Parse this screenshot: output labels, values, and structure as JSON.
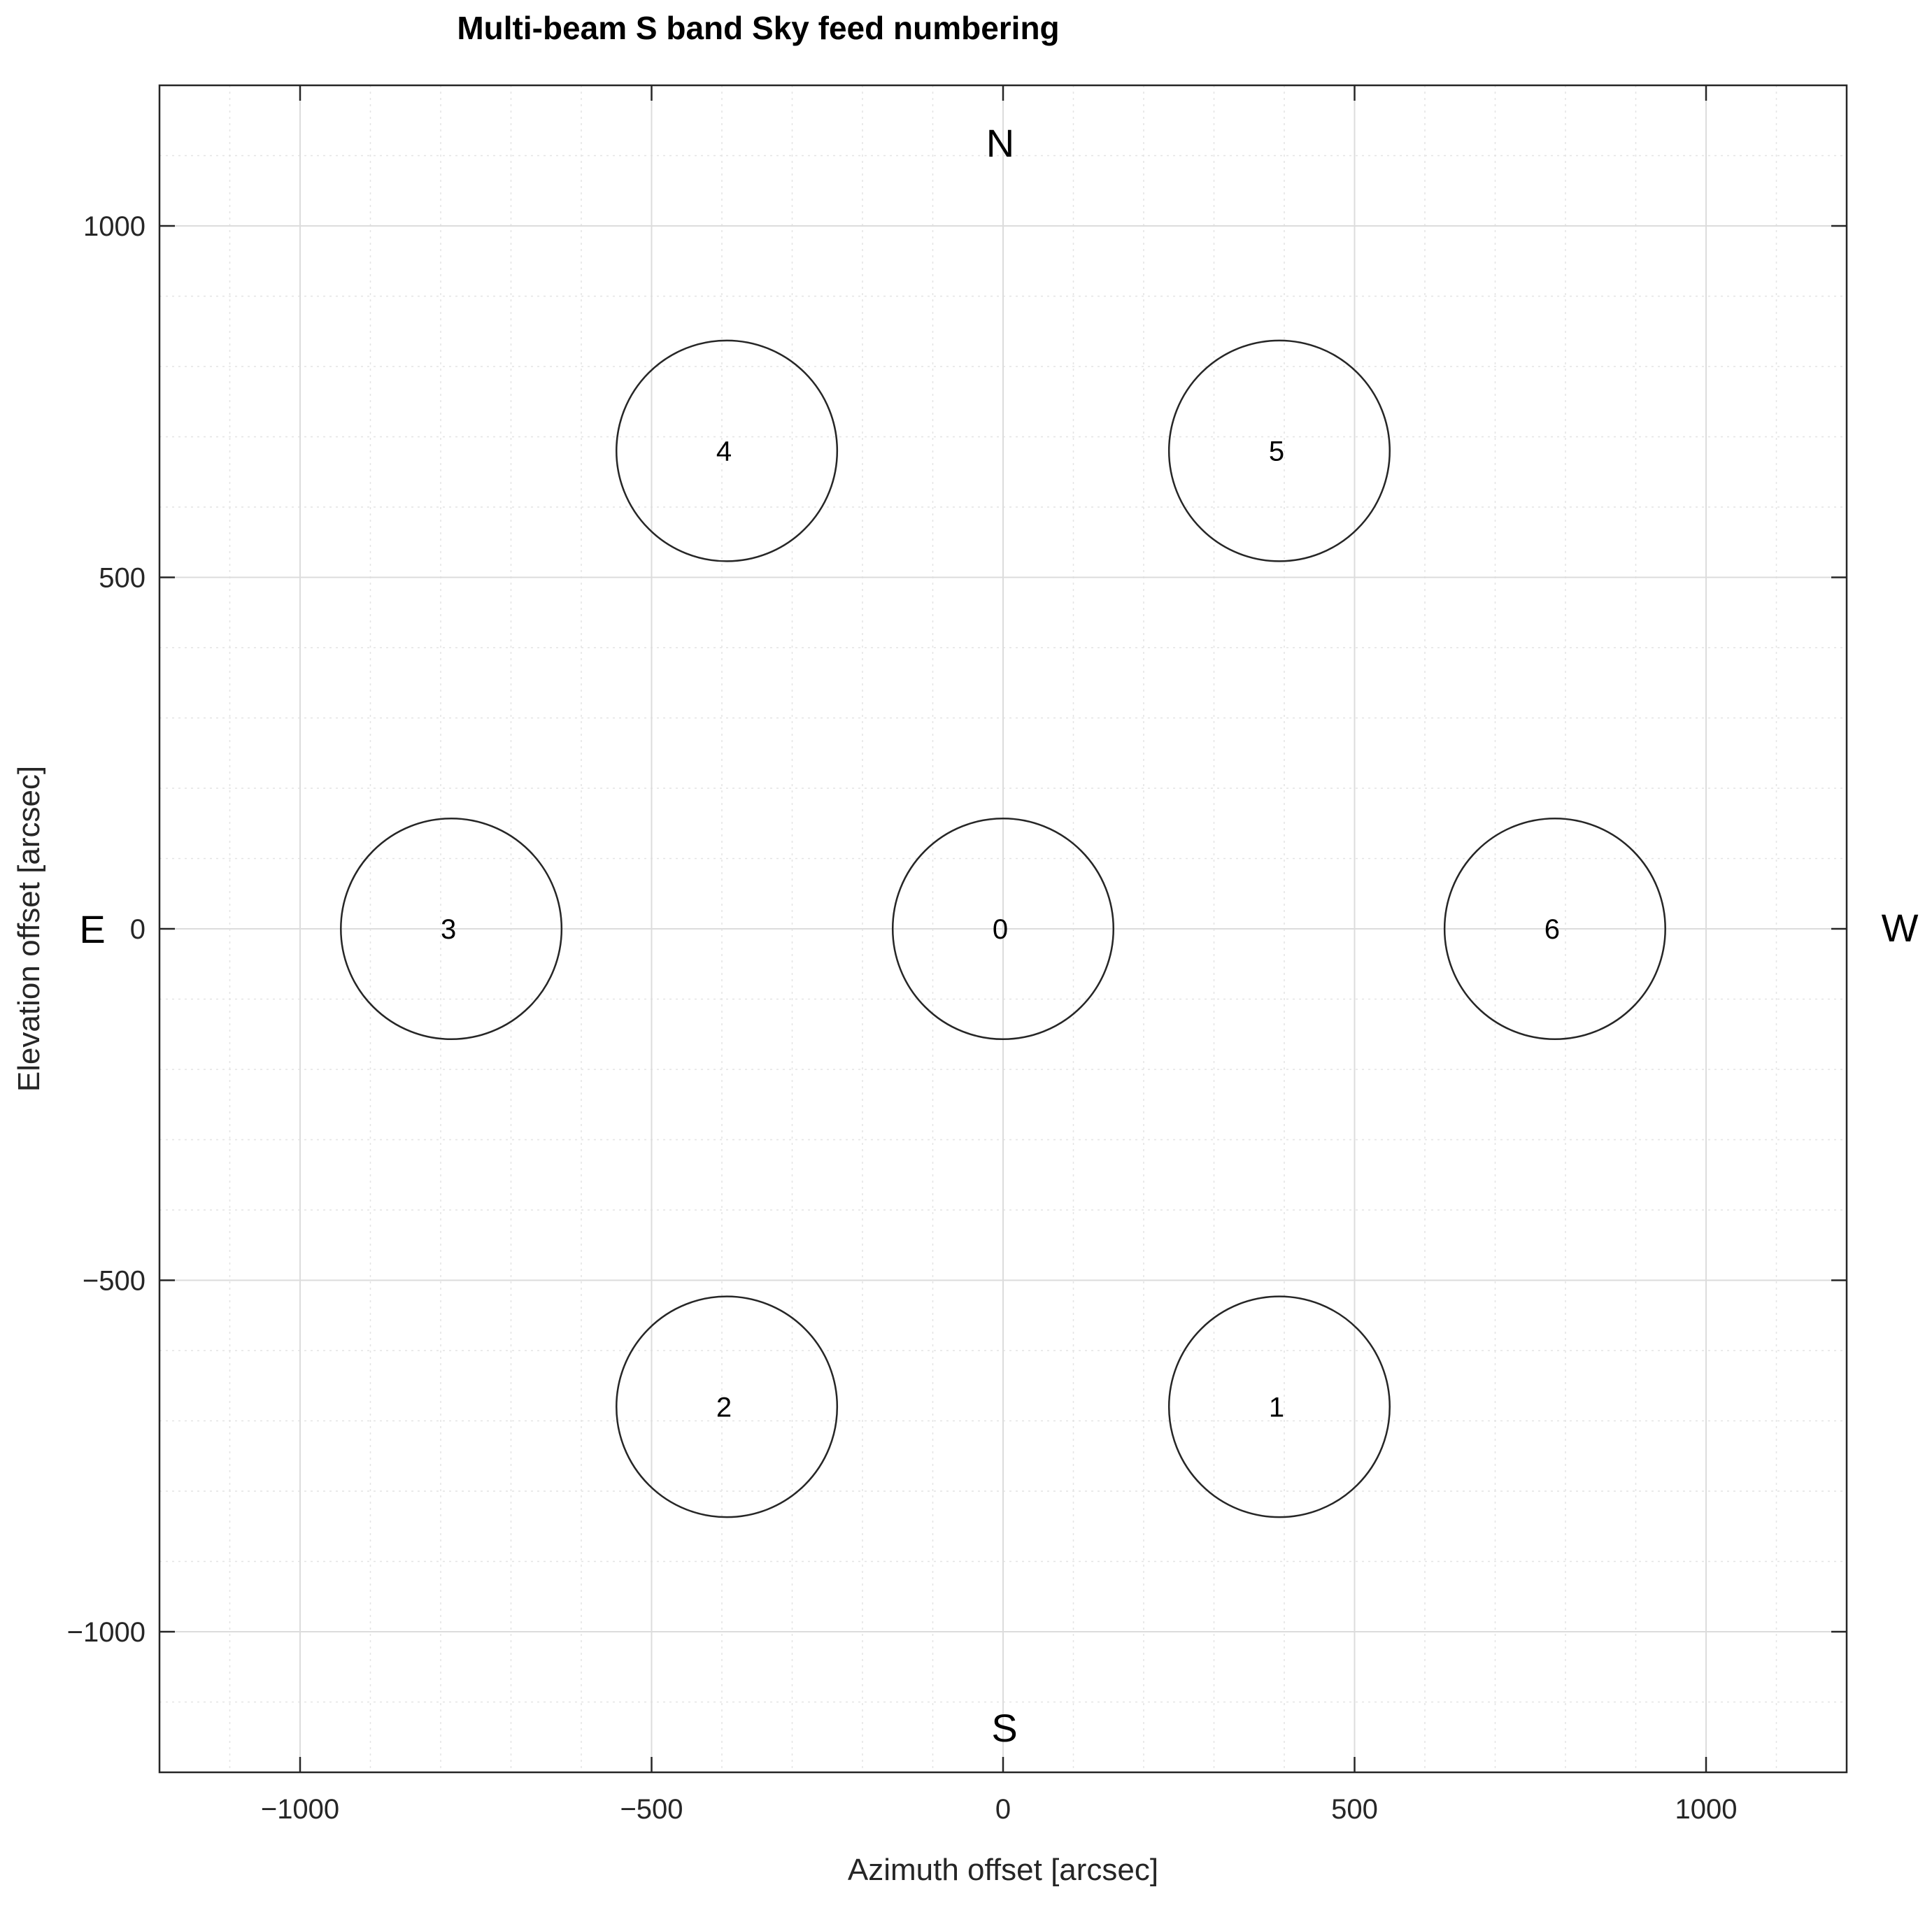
{
  "chart_data": {
    "type": "scatter",
    "title": "Multi-beam S band Sky feed numbering",
    "xlabel": "Azimuth offset [arcsec]",
    "ylabel": "Elevation offset [arcsec]",
    "xlim": [
      -1200,
      1200
    ],
    "ylim": [
      -1200,
      1200
    ],
    "xticks": [
      -1000,
      -500,
      0,
      500,
      1000
    ],
    "yticks": [
      -1000,
      -500,
      0,
      500,
      1000
    ],
    "xtick_labels": [
      "−1000",
      "−500",
      "0",
      "500",
      "1000"
    ],
    "ytick_labels": [
      "−1000",
      "−500",
      "0",
      "500",
      "1000"
    ],
    "grid": true,
    "minor_grid": true,
    "beam_radius": 157,
    "beams": [
      {
        "label": "0",
        "x": 0,
        "y": 0
      },
      {
        "label": "1",
        "x": 393,
        "y": -680
      },
      {
        "label": "2",
        "x": -393,
        "y": -680
      },
      {
        "label": "3",
        "x": -785,
        "y": 0
      },
      {
        "label": "4",
        "x": -393,
        "y": 680
      },
      {
        "label": "5",
        "x": 393,
        "y": 680
      },
      {
        "label": "6",
        "x": 785,
        "y": 0
      }
    ],
    "compass": {
      "north": "N",
      "south": "S",
      "east": "E",
      "west": "W"
    },
    "colors": {
      "circle": "#262626",
      "grid": "#dcdcdc",
      "axes": "#262626"
    }
  }
}
